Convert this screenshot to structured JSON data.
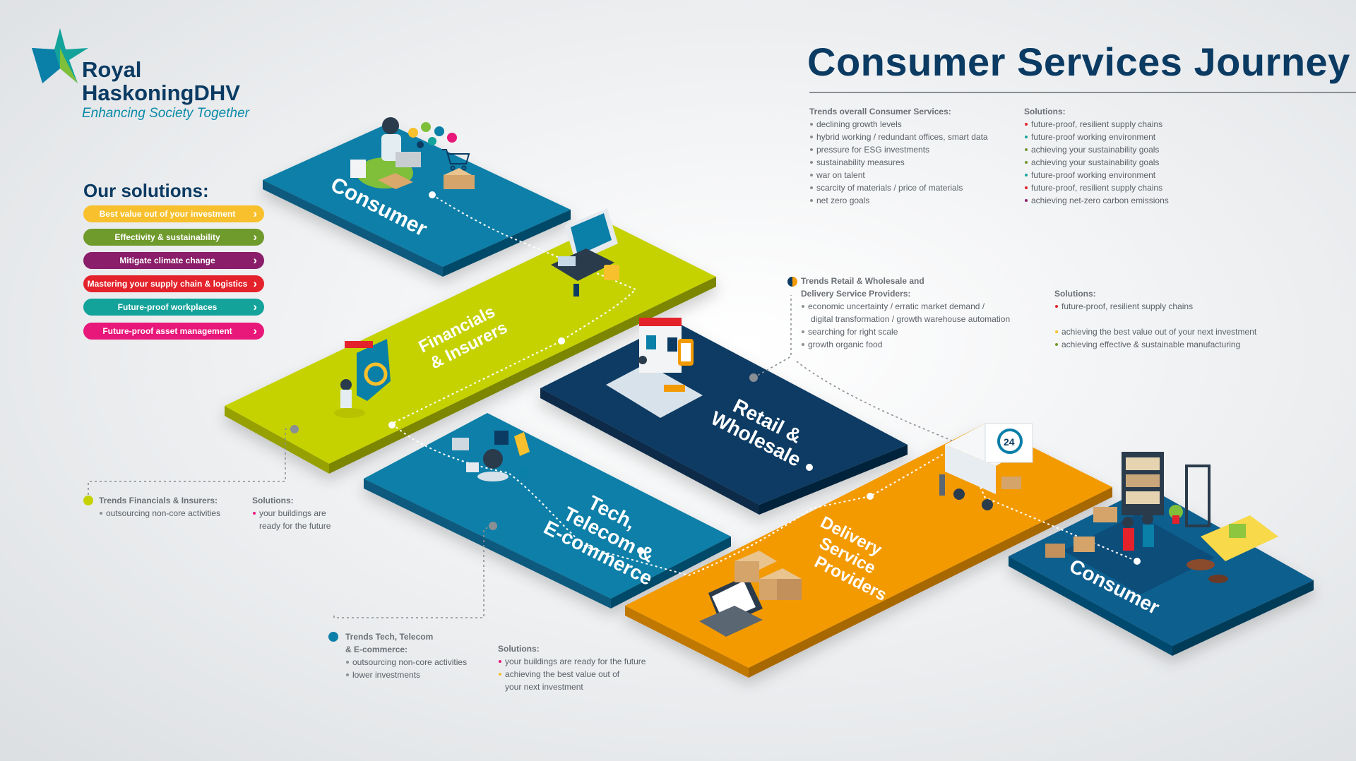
{
  "brand": {
    "name_line1": "Royal",
    "name_line2": "HaskoningDHV",
    "tagline": "Enhancing Society Together"
  },
  "title": "Consumer Services Journey",
  "solutions_heading": "Our solutions:",
  "solutions": [
    {
      "label": "Best value out of your investment",
      "color": "#f7c02c"
    },
    {
      "label": "Effectivity & sustainability",
      "color": "#6f9a2c"
    },
    {
      "label": "Mitigate climate change",
      "color": "#8a1e6a"
    },
    {
      "label": "Mastering your supply chain & logistics",
      "color": "#e4222b"
    },
    {
      "label": "Future-proof workplaces",
      "color": "#13a39a"
    },
    {
      "label": "Future-proof asset management",
      "color": "#e8177a"
    }
  ],
  "platforms": {
    "consumer_top": "Consumer",
    "financials_line1": "Financials",
    "financials_line2": "& Insurers",
    "retail_line1": "Retail &",
    "retail_line2": "Wholesale",
    "tech_line1": "Tech,",
    "tech_line2": "Telecom &",
    "tech_line3": "E-commerce",
    "delivery_line1": "Delivery",
    "delivery_line2": "Service",
    "delivery_line3": "Providers",
    "consumer_bottom": "Consumer"
  },
  "trends_overall": {
    "heading": "Trends overall Consumer Services:",
    "items": [
      "declining growth levels",
      "hybrid working / redundant offices, smart data",
      "pressure for ESG investments",
      "sustainability measures",
      "war on talent",
      "scarcity of materials / price of materials",
      "net zero goals"
    ],
    "solutions_heading": "Solutions:",
    "solutions": [
      {
        "text": "future-proof, resilient supply chains",
        "color": "#e4222b"
      },
      {
        "text": "future-proof working environment",
        "color": "#13a39a"
      },
      {
        "text": "achieving your sustainability goals",
        "color": "#6f9a2c"
      },
      {
        "text": "achieving your sustainability goals",
        "color": "#6f9a2c"
      },
      {
        "text": "future-proof working environment",
        "color": "#13a39a"
      },
      {
        "text": "future-proof, resilient supply chains",
        "color": "#e4222b"
      },
      {
        "text": "achieving net-zero carbon emissions",
        "color": "#8a1e6a"
      }
    ]
  },
  "trends_retail": {
    "heading_line1": "Trends Retail & Wholesale and",
    "heading_line2": "Delivery Service Providers:",
    "item1_line1": "economic uncertainty / erratic market demand /",
    "item1_line2": "digital transformation / growth warehouse automation",
    "item2": "searching for right scale",
    "item3": "growth organic food",
    "solutions_heading": "Solutions:",
    "solutions": [
      {
        "text": "future-proof, resilient supply chains",
        "color": "#e4222b"
      },
      {
        "text": "achieving the best value out of your next investment",
        "color": "#f7c02c"
      },
      {
        "text": "achieving effective & sustainable manufacturing",
        "color": "#6f9a2c"
      }
    ]
  },
  "trends_financials": {
    "heading": "Trends Financials & Insurers:",
    "items": [
      "outsourcing non-core activities"
    ],
    "solutions_heading": "Solutions:",
    "solution_line1": "your buildings are",
    "solution_line2": "ready for the future",
    "solution_color": "#e8177a"
  },
  "trends_tech": {
    "heading_line1": "Trends Tech, Telecom",
    "heading_line2": "& E-commerce:",
    "items": [
      "outsourcing non-core activities",
      "lower investments"
    ],
    "solutions_heading": "Solutions:",
    "solution1": "your buildings are ready for the future",
    "solution1_color": "#e8177a",
    "solution2_line1": "achieving the best value out of",
    "solution2_line2": "your next investment",
    "solution2_color": "#f7c02c"
  },
  "colors": {
    "navy": "#0b3b63",
    "teal_blue": "#0a7fa8",
    "lime": "#c5d200",
    "orange": "#f39a00",
    "text_grey": "#5b6168"
  }
}
